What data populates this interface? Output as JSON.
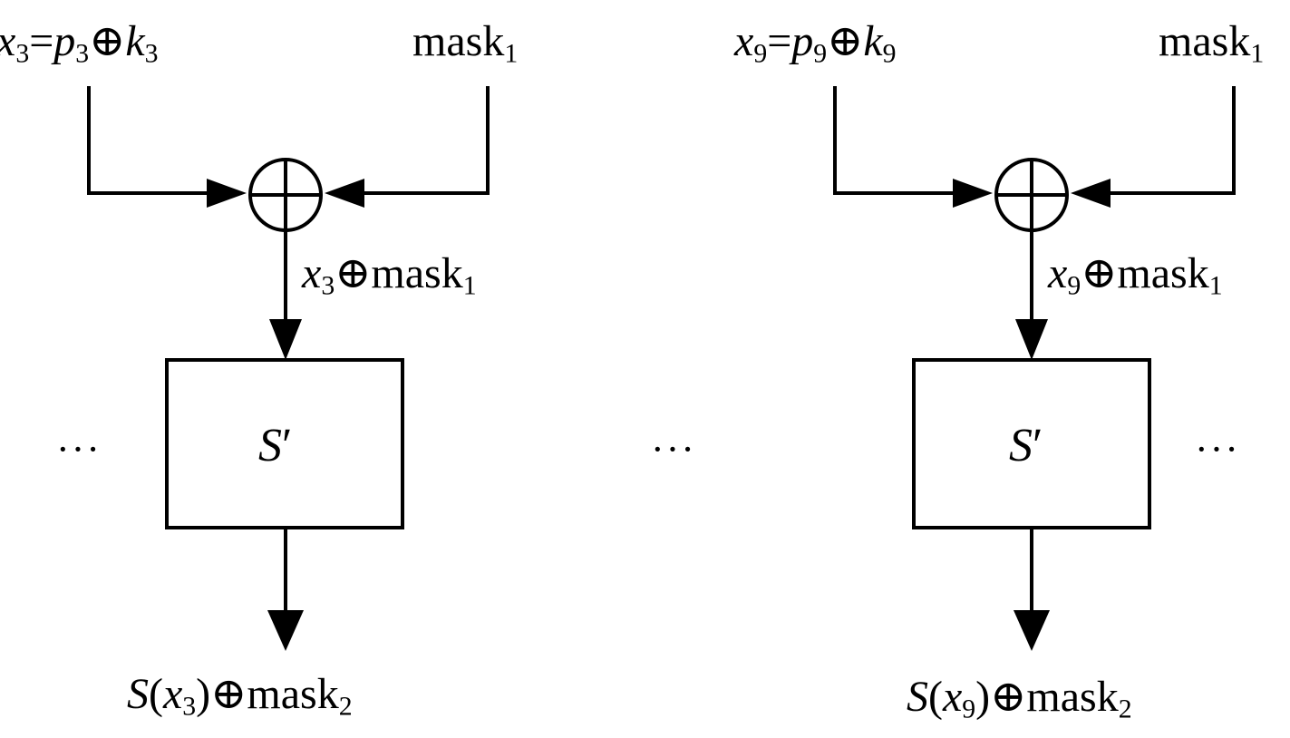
{
  "colors": {
    "stroke": "#000000",
    "background": "#ffffff"
  },
  "blocks": [
    {
      "input": {
        "var": "x",
        "idx": "3",
        "eq": "=",
        "p": "p",
        "pidx": "3",
        "op": "⊕",
        "k": "k",
        "kidx": "3"
      },
      "mask_in": {
        "name": "mask",
        "idx": "1"
      },
      "masked": {
        "var": "x",
        "idx": "3",
        "op": "⊕",
        "name": "mask",
        "midx": "1"
      },
      "sbox": {
        "s": "S",
        "prime": "′"
      },
      "output": {
        "s": "S",
        "open": "(",
        "var": "x",
        "idx": "3",
        "close": ")",
        "op": "⊕",
        "name": "mask",
        "midx": "2"
      }
    },
    {
      "input": {
        "var": "x",
        "idx": "9",
        "eq": "=",
        "p": "p",
        "pidx": "9",
        "op": "⊕",
        "k": "k",
        "kidx": "9"
      },
      "mask_in": {
        "name": "mask",
        "idx": "1"
      },
      "masked": {
        "var": "x",
        "idx": "9",
        "op": "⊕",
        "name": "mask",
        "midx": "1"
      },
      "sbox": {
        "s": "S",
        "prime": "′"
      },
      "output": {
        "s": "S",
        "open": "(",
        "var": "x",
        "idx": "9",
        "close": ")",
        "op": "⊕",
        "name": "mask",
        "midx": "2"
      }
    }
  ],
  "ellipsis": "···"
}
